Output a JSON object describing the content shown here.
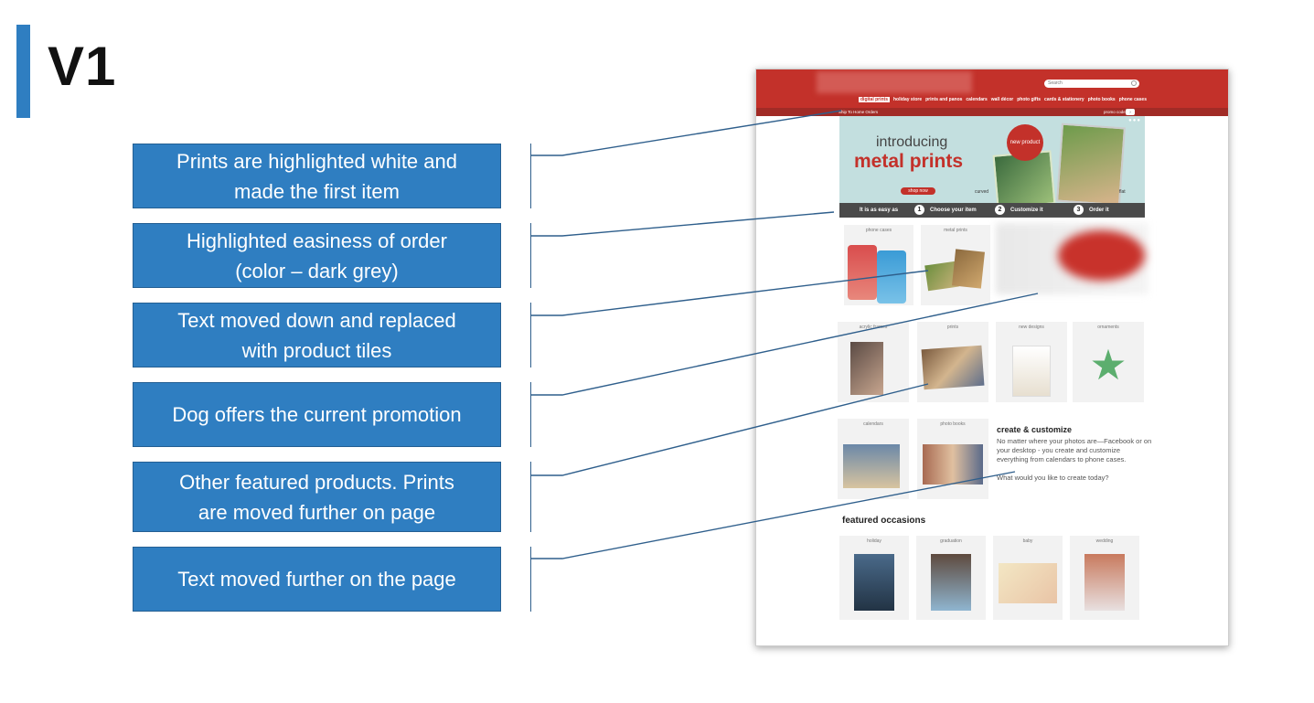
{
  "slide": {
    "title": "V1",
    "accent_color": "#2f7ec1"
  },
  "callouts": [
    {
      "line1": "Prints are highlighted white and",
      "line2": "made the first item"
    },
    {
      "line1": "Highlighted easiness of order",
      "line2": "(color – dark grey)"
    },
    {
      "line1": "Text moved down and replaced",
      "line2": "with product tiles"
    },
    {
      "line1": "Dog offers the current promotion",
      "line2": ""
    },
    {
      "line1": "Other featured products. Prints",
      "line2": "are moved further on page"
    },
    {
      "line1": "Text moved further on the page",
      "line2": ""
    }
  ],
  "site": {
    "brand_color": "#c3312a",
    "search_placeholder": "Search",
    "nav": [
      "digital prints",
      "holiday store",
      "prints and panos",
      "calendars",
      "wall décor",
      "photo gifts",
      "cards & stationery",
      "photo books",
      "phone cases"
    ],
    "promo_text": "Ship To Home Orders",
    "promo_code": "promo code",
    "hero": {
      "intro": "introducing",
      "headline": "metal prints",
      "badge": "new product",
      "shop_button": "shop now",
      "curved": "curved",
      "flat": "flat"
    },
    "steps": {
      "lead": "It is as easy as",
      "items": [
        {
          "num": "1",
          "label": "Choose your item"
        },
        {
          "num": "2",
          "label": "Customize it"
        },
        {
          "num": "3",
          "label": "Order it"
        }
      ]
    },
    "tiles_row1": [
      "phone cases",
      "metal prints"
    ],
    "tiles_row2": [
      "acrylic frames",
      "prints",
      "new designs",
      "ornaments"
    ],
    "tiles_row3": [
      "calendars",
      "photo books"
    ],
    "create": {
      "title": "create & customize",
      "body": "No matter where your photos are—Facebook or on your desktop - you create and customize everything from calendars to phone cases.",
      "question": "What would you like to create today?"
    },
    "occasions_title": "featured occasions",
    "occasions": [
      "holiday",
      "graduation",
      "baby",
      "wedding"
    ]
  }
}
